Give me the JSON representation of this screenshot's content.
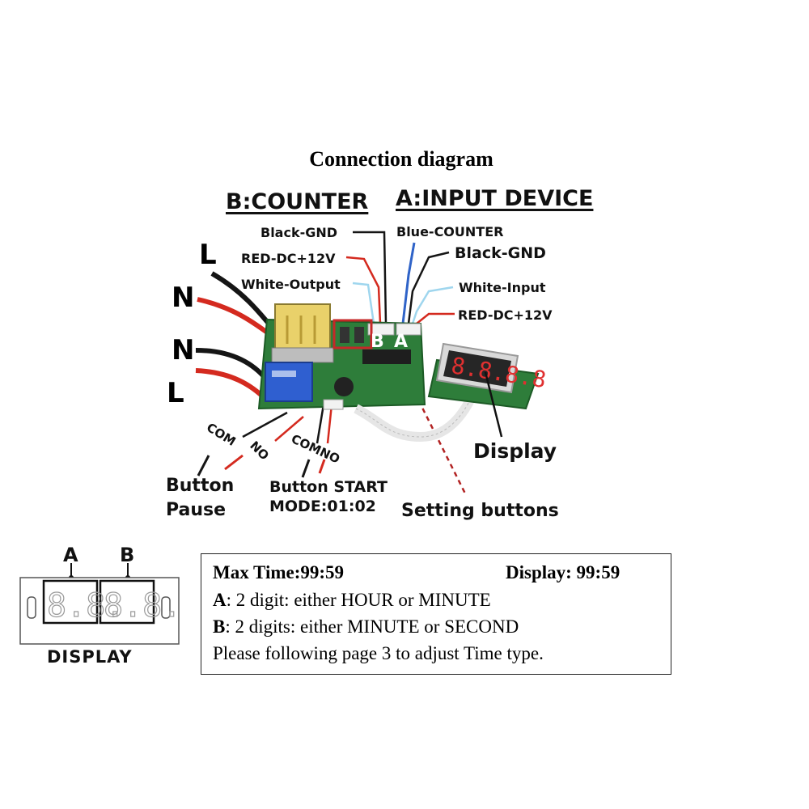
{
  "title": "Connection diagram",
  "section_b": {
    "heading": "B:COUNTER",
    "wires": [
      "Black-GND",
      "RED-DC+12V",
      "White-Output"
    ]
  },
  "section_a": {
    "heading": "A:INPUT DEVICE",
    "wires": [
      "Blue-COUNTER",
      "Black-GND",
      "White-Input",
      "RED-DC+12V"
    ]
  },
  "power_labels": [
    "L",
    "N",
    "N",
    "L"
  ],
  "board_labels": {
    "b": "B",
    "a": "A"
  },
  "relay_labels": {
    "com": "COM",
    "no": "NO",
    "comno": "COMNO"
  },
  "button_pause": {
    "line1": "Button",
    "line2": "Pause"
  },
  "button_start": {
    "line1": "Button START",
    "line2": "MODE:01:02"
  },
  "setting_buttons": "Setting buttons",
  "display_label": "Display",
  "display_panel": {
    "a": "A",
    "b": "B",
    "caption": "DISPLAY"
  },
  "info": {
    "max_time": "Max Time:99:59",
    "display": "Display: 99:59",
    "a_key": "A",
    "a_text": ": 2 digit: either HOUR or MINUTE",
    "b_key": "B",
    "b_text": ": 2 digits: either MINUTE or SECOND",
    "note": "Please following page 3 to adjust Time type."
  },
  "colors": {
    "wire_red": "#d42a1f",
    "wire_black": "#151515",
    "wire_blue": "#2f63c8",
    "wire_white": "#9fd6ee",
    "board_green": "#2e7d3a",
    "relay_blue": "#2f5fd0",
    "transformer_yellow": "#e9d16a",
    "setting_highlight": "#c62828",
    "display_red": "#e03030"
  }
}
